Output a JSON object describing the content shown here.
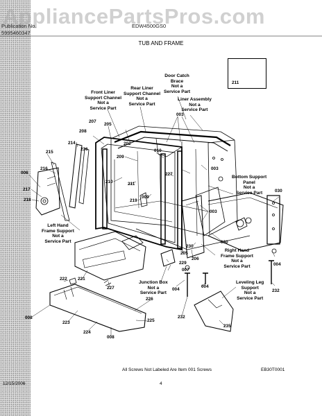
{
  "watermark": "AppliancePartsPros.com",
  "header": {
    "line1_left": "Publication No.",
    "line1_center": "EDW4500GS0",
    "line2_left": "5995460347"
  },
  "section_title": "TUB AND FRAME",
  "callouts": {
    "door_catch_brace": [
      "Door Catch",
      "Brace",
      "Not a",
      "Service Part"
    ],
    "front_liner": [
      "Front Liner",
      "Support Channel",
      "Not a",
      "Service Part"
    ],
    "rear_liner": [
      "Rear Liner",
      "Support Channel",
      "Not a",
      "Service Part"
    ],
    "liner_assembly": [
      "Liner Assembly",
      "Not a",
      "Service Part"
    ],
    "bottom_support": [
      "Bottom Support",
      "Panel",
      "Not a",
      "Service Part"
    ],
    "left_hand_frame": [
      "Left Hand",
      "Frame Support",
      "Not a",
      "Service Part"
    ],
    "right_hand_frame": [
      "Right Hand",
      "Frame Support",
      "Not a",
      "Service Part"
    ],
    "junction_box": [
      "Junction Box",
      "Not a",
      "Service Part"
    ],
    "leveling_leg": [
      "Leveling Leg",
      "Support",
      "Not a",
      "Service Part"
    ]
  },
  "part_numbers": {
    "p211": "211",
    "p003a": "003",
    "p003b": "003",
    "p003c": "003",
    "p207": "207",
    "p205a": "205",
    "p202": "202",
    "p208": "208",
    "p214": "214",
    "p236": "236",
    "p215": "215",
    "p006": "006",
    "p216": "216",
    "p217": "217",
    "p218": "218",
    "p209": "209",
    "p010": "010",
    "p210": "210",
    "p211b": "211",
    "p219": "219",
    "p009": "009",
    "p227a": "227",
    "p030a": "030",
    "p030b": "030",
    "p004a": "004",
    "p232a": "232",
    "p205b": "205",
    "p206": "206",
    "p229": "229",
    "p230": "230",
    "p007": "007",
    "p221": "221",
    "p222": "222",
    "p227b": "227",
    "p008a": "008",
    "p223": "223",
    "p224": "224",
    "p226": "226",
    "p225": "225",
    "p008b": "008",
    "p004b": "004",
    "p004c": "004",
    "p232b": "232",
    "p235": "235"
  },
  "footer": {
    "note": "All Screws Not Labeled Are Item  001  Screws",
    "code": "EB30T0001",
    "date": "12/15/2006",
    "page": "4"
  }
}
